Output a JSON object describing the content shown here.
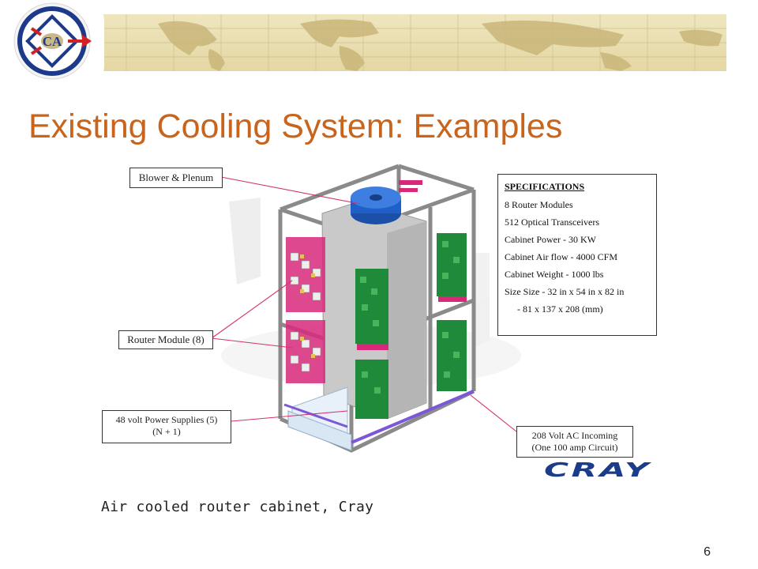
{
  "title": "Existing Cooling System: Examples",
  "logo": {
    "text": "CA"
  },
  "callouts": {
    "blower": "Blower & Plenum",
    "router": "Router Module (8)",
    "power": [
      "48 volt Power Supplies (5)",
      "(N + 1)"
    ],
    "ac": [
      "208 Volt AC Incoming",
      "(One 100 amp Circuit)"
    ]
  },
  "specs": {
    "heading": "SPECIFICATIONS",
    "lines": [
      "8 Router Modules",
      "512 Optical Transceivers",
      "Cabinet Power - 30 KW",
      "Cabinet Air flow - 4000 CFM",
      "Cabinet Weight -  1000 lbs",
      "Size Size - 32 in x 54 in x 82 in",
      "- 81 x 137 x 208 (mm)"
    ]
  },
  "brand": "CRAY",
  "caption": "Air cooled router cabinet, Cray",
  "page_number": "6",
  "colors": {
    "title": "#c8641c",
    "map": "#e9dfb4",
    "map_land": "#c8b77a",
    "logo_blue": "#1d3a8a",
    "logo_red": "#d42020",
    "rack_pink": "#d8287a",
    "rack_green": "#1f8a3a",
    "blower_blue": "#1f5fc8",
    "cray_blue": "#1a3c8a"
  }
}
